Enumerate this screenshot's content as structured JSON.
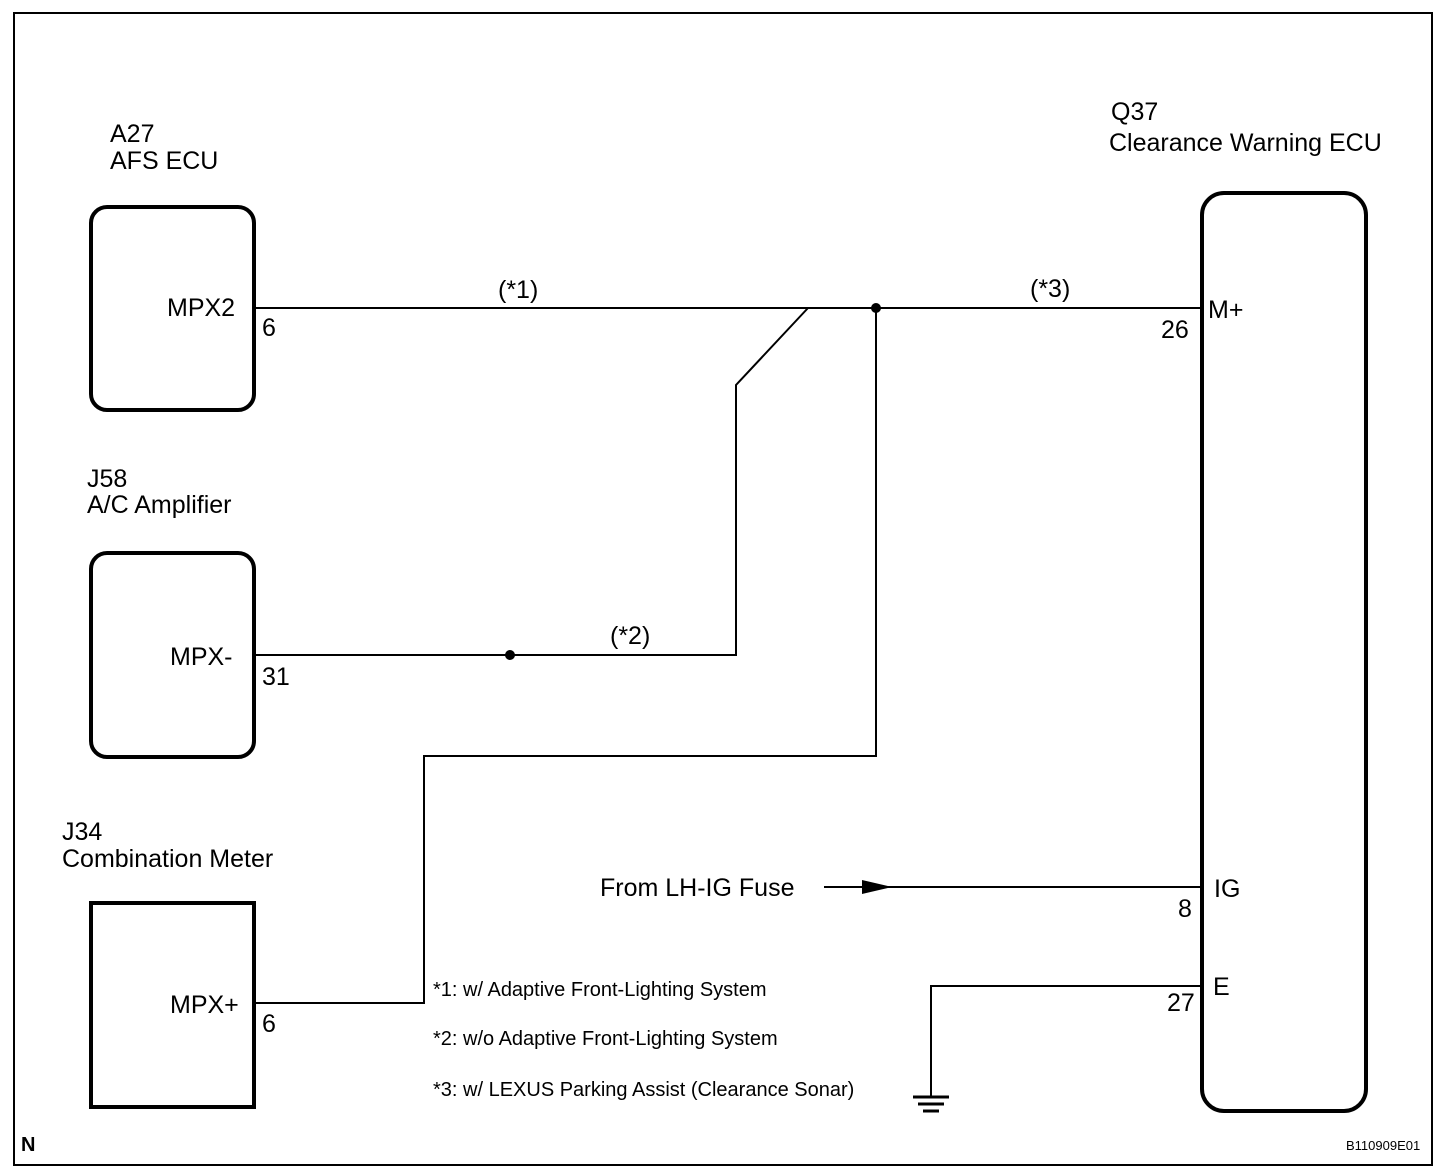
{
  "components": {
    "afs": {
      "code": "A27",
      "name": "AFS ECU",
      "pin_name": "MPX2",
      "pin_no": "6"
    },
    "ac": {
      "code": "J58",
      "name": "A/C Amplifier",
      "pin_name": "MPX-",
      "pin_no": "31"
    },
    "meter": {
      "code": "J34",
      "name": "Combination Meter",
      "pin_name": "MPX+",
      "pin_no": "6"
    },
    "clearance": {
      "code": "Q37",
      "name": "Clearance Warning ECU",
      "pins": [
        {
          "name": "M+",
          "no": "26"
        },
        {
          "name": "IG",
          "no": "8"
        },
        {
          "name": "E",
          "no": "27"
        }
      ]
    }
  },
  "wire_labels": {
    "w1": "(*1)",
    "w2": "(*2)",
    "w3": "(*3)"
  },
  "source_label": "From LH-IG Fuse",
  "notes": [
    "*1: w/ Adaptive Front-Lighting System",
    "*2: w/o Adaptive Front-Lighting System",
    "*3: w/ LEXUS Parking Assist (Clearance Sonar)"
  ],
  "corner_mark": "N",
  "figure_id": "B110909E01",
  "icons": {
    "ground": "ground-symbol-icon",
    "arrow": "arrow-right-icon",
    "junction": "junction-dot-icon"
  }
}
